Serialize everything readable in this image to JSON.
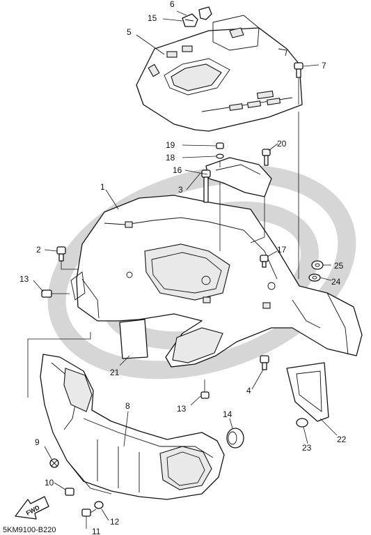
{
  "diagram": {
    "part_code": "5KM9100-B220",
    "fwd_label": "FWD",
    "callouts": {
      "c1": "1",
      "c2": "2",
      "c3": "3",
      "c4": "4",
      "c5": "5",
      "c6": "6",
      "c7": "7",
      "c8": "8",
      "c9": "9",
      "c10": "10",
      "c11": "11",
      "c12": "12",
      "c13a": "13",
      "c13b": "13",
      "c14": "14",
      "c15": "15",
      "c16": "16",
      "c17": "17",
      "c18": "18",
      "c19": "19",
      "c20": "20",
      "c21": "21",
      "c22": "22",
      "c23": "23",
      "c24": "24",
      "c25": "25"
    }
  }
}
